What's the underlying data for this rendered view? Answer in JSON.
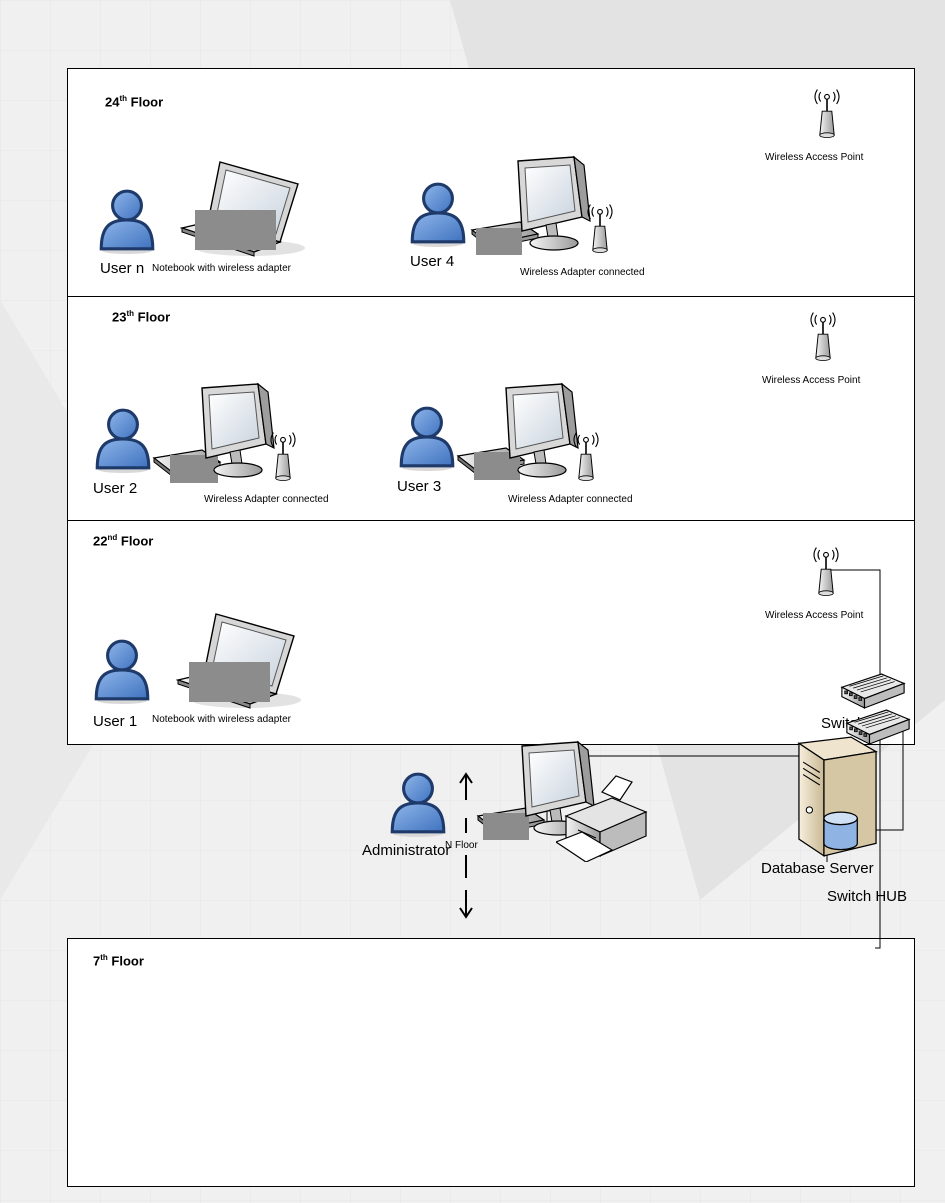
{
  "floors": {
    "f24": {
      "num": "24",
      "suffix": "th",
      "word": "Floor"
    },
    "f23": {
      "num": "23",
      "suffix": "th",
      "word": "Floor"
    },
    "f22": {
      "num": "22",
      "suffix": "nd",
      "word": "Floor"
    },
    "f7": {
      "num": "7",
      "suffix": "th",
      "word": "Floor"
    }
  },
  "labels": {
    "wap": "Wireless Access Point",
    "user_n": "User n",
    "user_4": "User 4",
    "user_3": "User 3",
    "user_2": "User 2",
    "user_1": "User 1",
    "notebook": "Notebook with wireless adapter",
    "adapter": "Wireless Adapter connected",
    "switch_hub": "Switch HUB",
    "administrator": "Administrator",
    "database_server": "Database Server",
    "n_floor": "N Floor"
  },
  "icons": {
    "user": "user-icon",
    "laptop": "laptop-icon",
    "monitor": "monitor-icon",
    "keyboard": "keyboard-icon",
    "antenna": "wireless-antenna-icon",
    "switch": "switch-hub-icon",
    "printer": "printer-icon",
    "server": "database-server-icon"
  },
  "colors": {
    "user_blue": "#5b8ed3",
    "user_outline": "#1e3a6a",
    "redaction": "#8c8c8c",
    "floor_border": "#000000"
  }
}
